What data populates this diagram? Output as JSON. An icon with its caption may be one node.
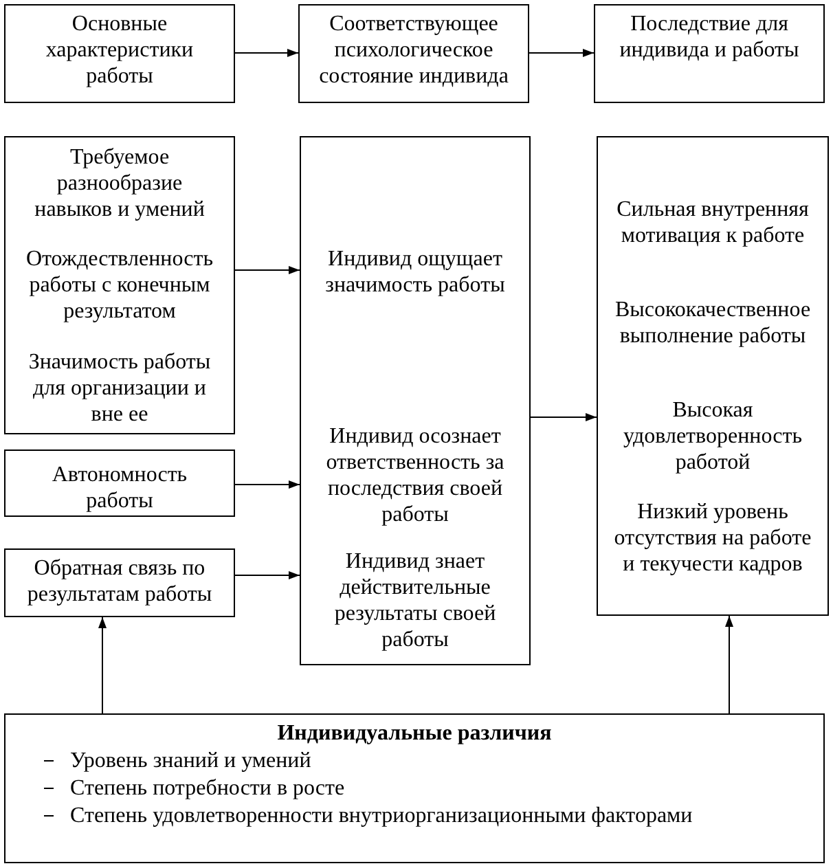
{
  "diagram": {
    "nodes": [
      {
        "text": [
          "Основные характеристики работы"
        ]
      },
      {
        "text": [
          "Соответствующее психологическое состояние индивида"
        ]
      },
      {
        "text": [
          "Последствие для индивида и работы"
        ]
      },
      {
        "text": [
          "Требуемое разнообразие навыков и умений",
          "Отождествленность работы с конечным результатом",
          "Значимость работы для организации и вне ее"
        ]
      },
      {
        "text": [
          "Автономность работы"
        ]
      },
      {
        "text": [
          "Обратная связь по результатам работы"
        ]
      },
      {
        "text": [
          "Индивид ощущает значимость работы",
          "Индивид осознает ответственность за последствия своей работы",
          "Индивид знает действительные результаты своей работы"
        ]
      },
      {
        "text": [
          "Сильная внутренняя мотивация к работе",
          "Высококачественное выполнение работы",
          "Высокая удовлетворенность работой",
          "Низкий уровень отсутствия на работе и текучести кадров"
        ]
      },
      {
        "text": [
          "Индивидуальные различия",
          "Уровень знаний и умений",
          "Степень потребности в росте",
          "Степень удовлетворенности внутриорганизационными факторами"
        ]
      }
    ],
    "edges": [
      {
        "from": 0,
        "to": 1,
        "arrow": "to"
      },
      {
        "from": 1,
        "to": 2,
        "arrow": "to"
      },
      {
        "from": 3,
        "to": 6,
        "arrow": "to"
      },
      {
        "from": 4,
        "to": 6,
        "arrow": "to"
      },
      {
        "from": 5,
        "to": 6,
        "arrow": "to"
      },
      {
        "from": 6,
        "to": 7,
        "arrow": "to"
      },
      {
        "from": 8,
        "to": 5,
        "arrow": "to"
      },
      {
        "from": 8,
        "to": 7,
        "arrow": "to"
      }
    ]
  }
}
